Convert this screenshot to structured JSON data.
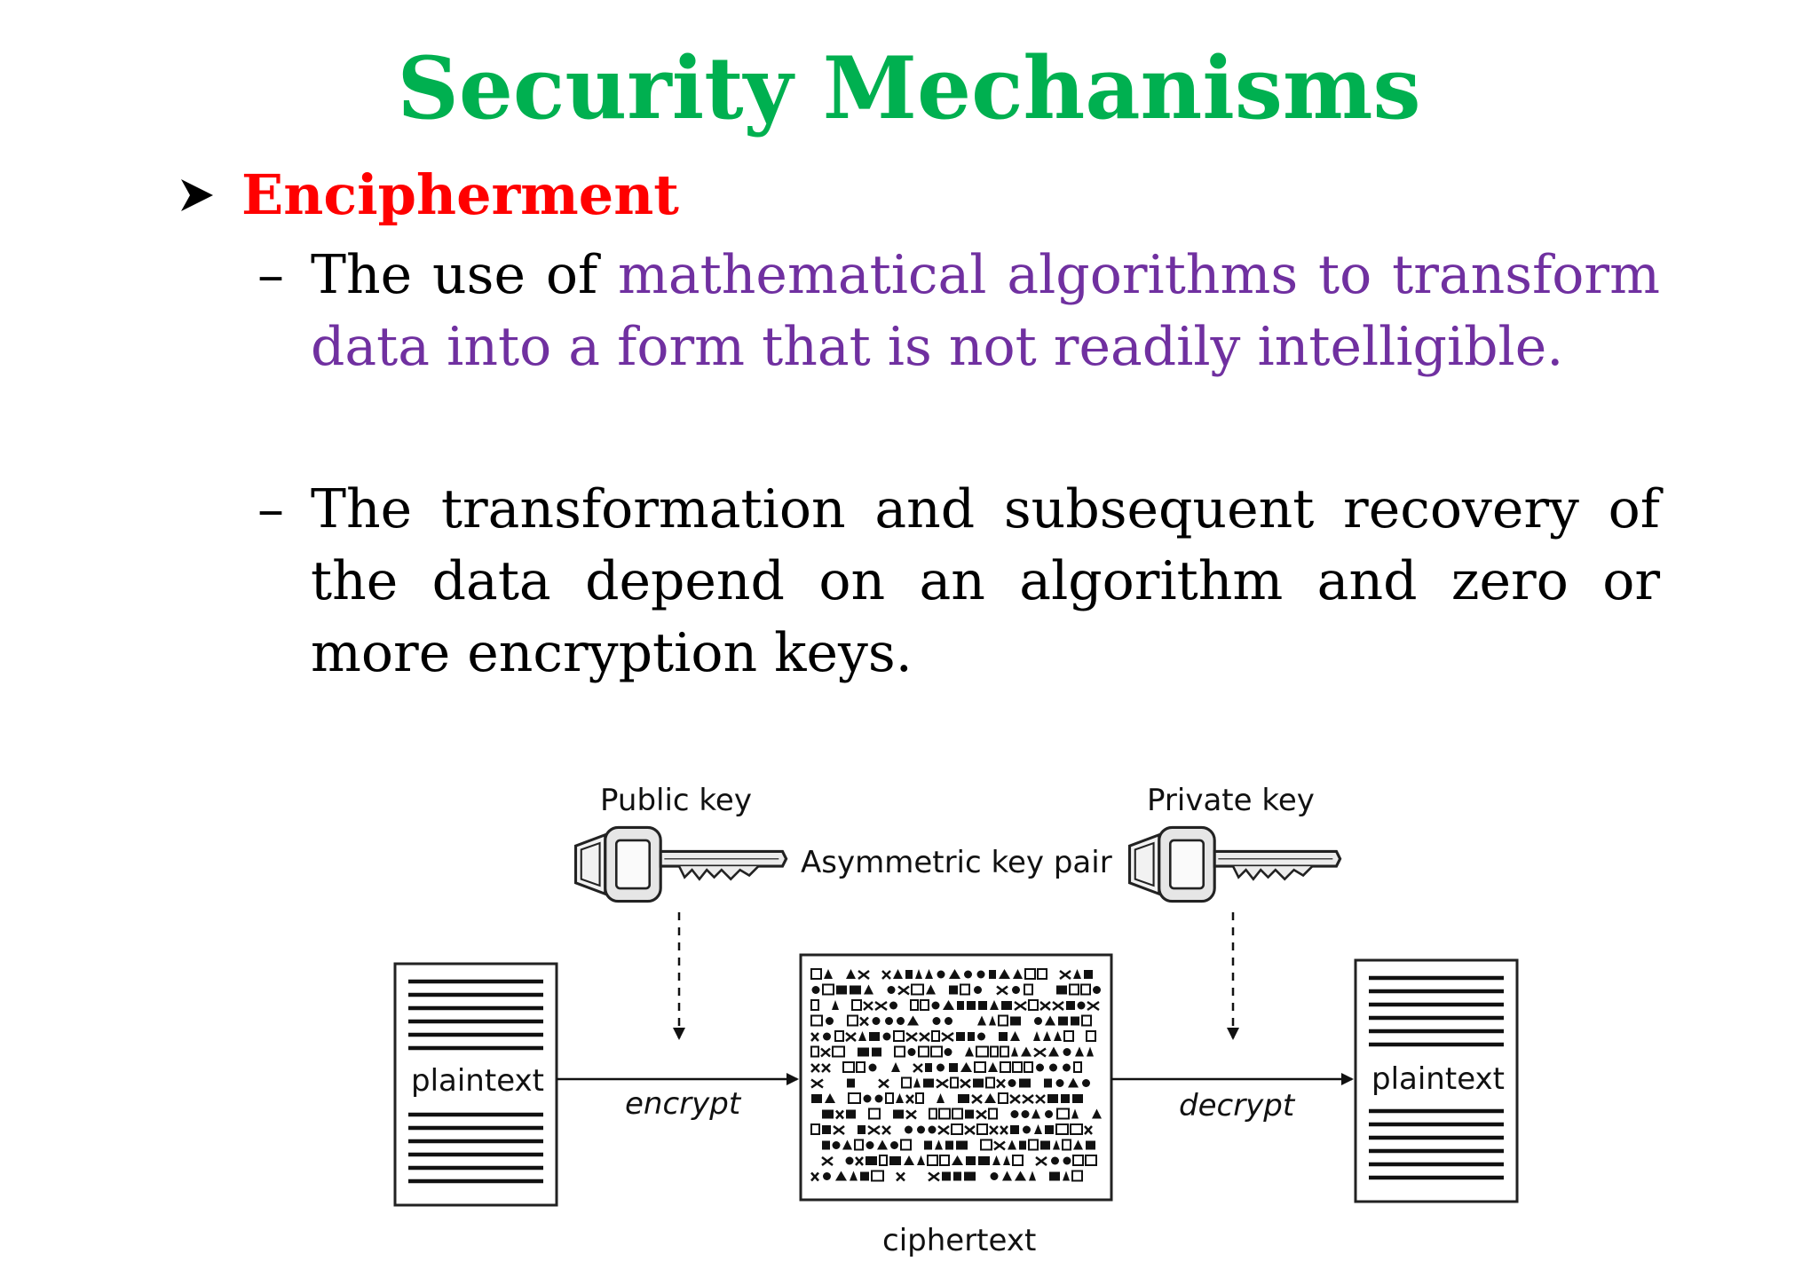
{
  "slide": {
    "title": "Security Mechanisms",
    "heading": "Encipherment",
    "items": [
      {
        "dash": "–",
        "segments": [
          {
            "text": "The use of ",
            "color": "#000000"
          },
          {
            "text": "mathematical algorithms to transform data into a form that is not readily intelligible.",
            "color": "#7030a0"
          }
        ]
      },
      {
        "dash": "–",
        "segments": [
          {
            "text": "The transformation and subsequent recovery of the data depend on an algorithm and zero or more encryption keys.",
            "color": "#000000"
          }
        ]
      }
    ]
  },
  "colors": {
    "title": "#00b050",
    "heading": "#ff0000",
    "highlight": "#7030a0",
    "body": "#000000"
  },
  "diagram": {
    "public_key_label": "Public key",
    "private_key_label": "Private key",
    "key_pair_label": "Asymmetric key pair",
    "plaintext_left_label": "plaintext",
    "plaintext_right_label": "plaintext",
    "encrypt_label": "encrypt",
    "decrypt_label": "decrypt",
    "ciphertext_label": "ciphertext",
    "icons": [
      "bullet-arrow-icon",
      "public-key-icon",
      "private-key-icon",
      "plaintext-document-icon",
      "ciphertext-document-icon"
    ]
  }
}
